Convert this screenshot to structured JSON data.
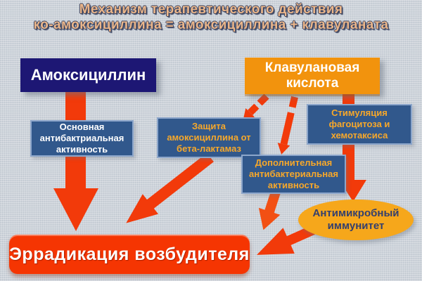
{
  "slide": {
    "title_line1": "Механизм терапевтического действия",
    "title_line2": "ко-амоксициллина = амоксициллина + клавуланата"
  },
  "nodes": {
    "amoxicillin": {
      "label": "Амоксициллин"
    },
    "clavulanic_acid": {
      "label": "Клавулановая кислота"
    },
    "main_antibacterial": {
      "label": "Основная антибактриальная активность"
    },
    "beta_lactamase_protection": {
      "label": "Защита амоксициллина от бета-лактамаз"
    },
    "phagocytosis_stimulation": {
      "label": "Стимуляция фагоцитоза и хемотаксиса"
    },
    "additional_antibacterial": {
      "label": "Дополнительная антибактериальная активность"
    },
    "antimicrobial_immunity": {
      "label": "Антимикробный иммунитет"
    },
    "pathogen_eradication": {
      "label": "Эррадикация возбудителя"
    }
  },
  "edges": [
    {
      "from": "amoxicillin",
      "through": "main_antibacterial",
      "to": "pathogen_eradication",
      "style": "solid-wide"
    },
    {
      "from": "clavulanic_acid",
      "to": "beta_lactamase_protection",
      "style": "dashed"
    },
    {
      "from": "clavulanic_acid",
      "to": "additional_antibacterial",
      "style": "dashed"
    },
    {
      "from": "clavulanic_acid",
      "through": "phagocytosis_stimulation",
      "to": "antimicrobial_immunity",
      "style": "solid"
    },
    {
      "from": "beta_lactamase_protection",
      "to": "pathogen_eradication",
      "style": "solid"
    },
    {
      "from": "additional_antibacterial",
      "to": "pathogen_eradication",
      "style": "solid"
    },
    {
      "from": "antimicrobial_immunity",
      "to": "pathogen_eradication",
      "style": "dashed"
    }
  ],
  "colors": {
    "bg": "#CDD3DA",
    "navy": "#1D1774",
    "orange": "#F2930D",
    "steel": "#31588C",
    "steel_border": "#8CA6CB",
    "gold_text": "#F7A82A",
    "arrow_red": "#F23A0A",
    "arrow_orange": "#F25014",
    "eradication_red": "#F53502",
    "ellipse_orange": "#F6A71B",
    "ellipse_text": "#333F6E",
    "title_fill": "#EBB68A",
    "title_shadow": "#39425F"
  }
}
